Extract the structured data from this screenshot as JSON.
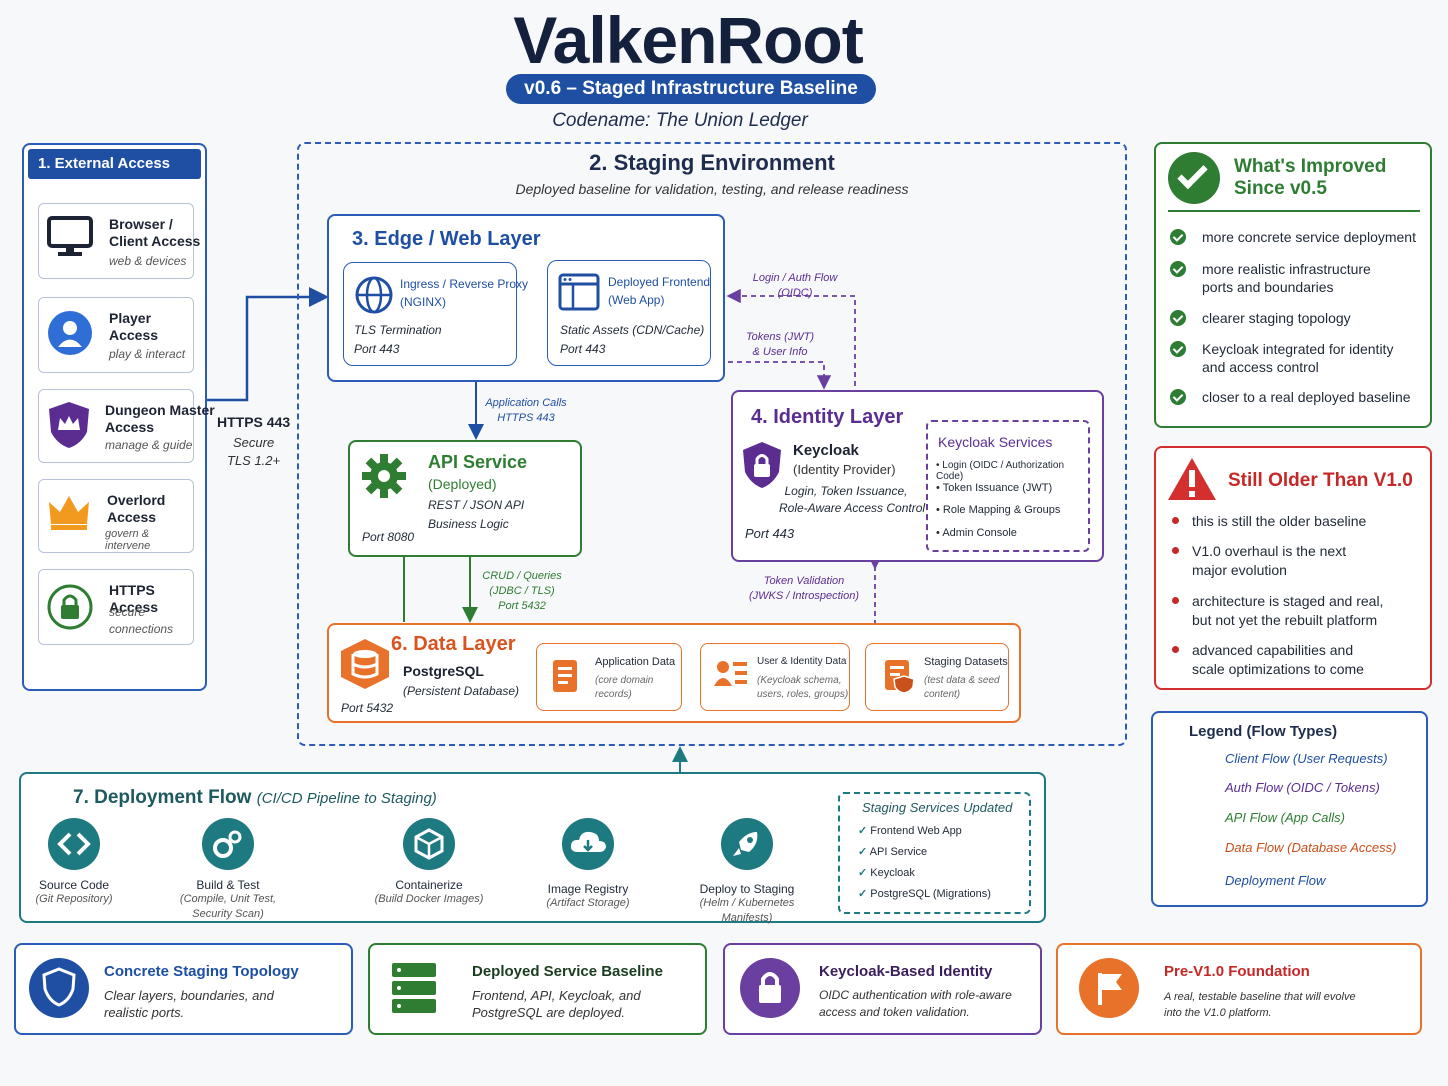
{
  "header": {
    "title": "ValkenRoot",
    "version": "v0.6 – Staged Infrastructure Baseline",
    "codename": "Codename: The Union Ledger"
  },
  "external": {
    "title": "1. External Access Layer",
    "cards": [
      {
        "title": "Browser /\nClient Access",
        "sub": "web & devices",
        "icon": "monitor-icon"
      },
      {
        "title": "Player\nAccess",
        "sub": "play & interact",
        "icon": "user-icon"
      },
      {
        "title": "Dungeon Master\nAccess",
        "sub": "manage & guide",
        "icon": "crown-shield-icon"
      },
      {
        "title": "Overlord\nAccess",
        "sub": "govern & intervene",
        "icon": "crown-icon"
      },
      {
        "title": "HTTPS Access",
        "sub": "secure\nconnections",
        "icon": "lock-icon"
      }
    ],
    "https_label": "HTTPS 443",
    "secure_label": "Secure",
    "tls_label": "TLS 1.2+"
  },
  "staging": {
    "title": "2. Staging Environment",
    "subtitle": "Deployed baseline for validation, testing, and release readiness"
  },
  "edge": {
    "title": "3. Edge / Web Layer",
    "ingress_title": "Ingress / Reverse Proxy\n(NGINX)",
    "ingress_tls": "TLS Termination",
    "ingress_port": "Port 443",
    "frontend_title": "Deployed Frontend\n(Web App)",
    "frontend_assets": "Static Assets (CDN/Cache)",
    "frontend_port": "Port 443"
  },
  "flows": {
    "login": "Login / Auth Flow\n(OIDC)",
    "tokens": "Tokens (JWT)\n& User Info",
    "app_calls": "Application Calls\nHTTPS 443",
    "crud": "CRUD / Queries\n(JDBC / TLS)\nPort 5432",
    "token_validation": "Token Validation\n(JWKS / Introspection)"
  },
  "api": {
    "title": "API Service",
    "deployed": "(Deployed)",
    "desc": "REST / JSON API\nBusiness Logic",
    "port": "Port 8080"
  },
  "identity": {
    "title": "4. Identity Layer",
    "name": "Keycloak",
    "role": "(Identity Provider)",
    "desc": "Login, Token Issuance,\nRole-Aware Access Control",
    "port": "Port 443",
    "services_title": "Keycloak Services",
    "services": [
      "Login (OIDC / Authorization Code)",
      "Token Issuance (JWT)",
      "Role Mapping & Groups",
      "Admin Console"
    ]
  },
  "data": {
    "title": "6. Data Layer",
    "name": "PostgreSQL",
    "desc": "(Persistent Database)",
    "port": "Port 5432",
    "items": [
      {
        "title": "Application Data",
        "sub": "(core domain\nrecords)"
      },
      {
        "title": "User & Identity Data",
        "sub": "(Keycloak schema,\nusers, roles, groups)"
      },
      {
        "title": "Staging Datasets",
        "sub": "(test data & seed\ncontent)"
      }
    ]
  },
  "improved": {
    "title": "What's Improved\nSince v0.5",
    "items": [
      "more concrete service deployment",
      "more realistic infrastructure\nports and boundaries",
      "clearer staging topology",
      "Keycloak integrated for identity\nand access control",
      "closer to a real deployed baseline"
    ]
  },
  "older": {
    "title": "Still Older Than V1.0",
    "items": [
      "this is still the older baseline",
      "V1.0 overhaul is the next\nmajor evolution",
      "architecture is staged and real,\nbut not yet the rebuilt platform",
      "advanced capabilities and\nscale optimizations to come"
    ]
  },
  "legend": {
    "title": "Legend (Flow Types)",
    "items": [
      {
        "label": "Client Flow (User Requests)",
        "color": "#1e4fa3"
      },
      {
        "label": "Auth Flow (OIDC / Tokens)",
        "color": "#6b3fa0"
      },
      {
        "label": "API Flow (App Calls)",
        "color": "#2e7d32"
      },
      {
        "label": "Data Flow (Database Access)",
        "color": "#e9722a"
      },
      {
        "label": "Deployment Flow",
        "color": "#1d7a80"
      }
    ]
  },
  "deploy": {
    "title": "7. Deployment",
    "title2": "Flow",
    "subtitle": "(CI/CD Pipeline to Staging)",
    "steps": [
      {
        "name": "Source Code",
        "sub": "(Git Repository)"
      },
      {
        "name": "Build & Test",
        "sub": "(Compile, Unit Test,\nSecurity Scan)"
      },
      {
        "name": "Containerize",
        "sub": "(Build Docker Images)"
      },
      {
        "name": "Image Registry",
        "sub": "(Artifact Storage)"
      },
      {
        "name": "Deploy to Staging",
        "sub": "(Helm / Kubernetes\nManifests)"
      }
    ],
    "updated_title": "Staging Services Updated",
    "updated": [
      "Frontend Web App",
      "API Service",
      "Keycloak",
      "PostgreSQL  (Migrations)"
    ]
  },
  "footer": [
    {
      "title": "Concrete Staging Topology",
      "desc": "Clear layers, boundaries, and\nrealistic ports."
    },
    {
      "title": "Deployed Service Baseline",
      "desc": "Frontend, API, Keycloak, and\nPostgreSQL are deployed."
    },
    {
      "title": "Keycloak-Based Identity",
      "desc": "OIDC authentication with role-aware\naccess and token validation."
    },
    {
      "title": "Pre-V1.0 Foundation",
      "desc": "A real, testable baseline that will evolve\ninto the V1.0 platform."
    }
  ]
}
